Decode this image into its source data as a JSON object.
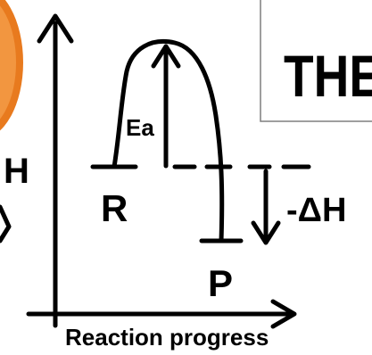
{
  "diagram": {
    "y_axis_label": "H",
    "x_axis_label": "Reaction progress",
    "reactant_label": "R",
    "product_label": "P",
    "activation_energy_label": "Ea",
    "enthalpy_change_label": "-ΔH",
    "title_fragment": "THE"
  },
  "colors": {
    "ink": "#000000",
    "background": "#ffffff",
    "orange_blob": "#e87a1e",
    "box_border": "#7f7f7f"
  }
}
